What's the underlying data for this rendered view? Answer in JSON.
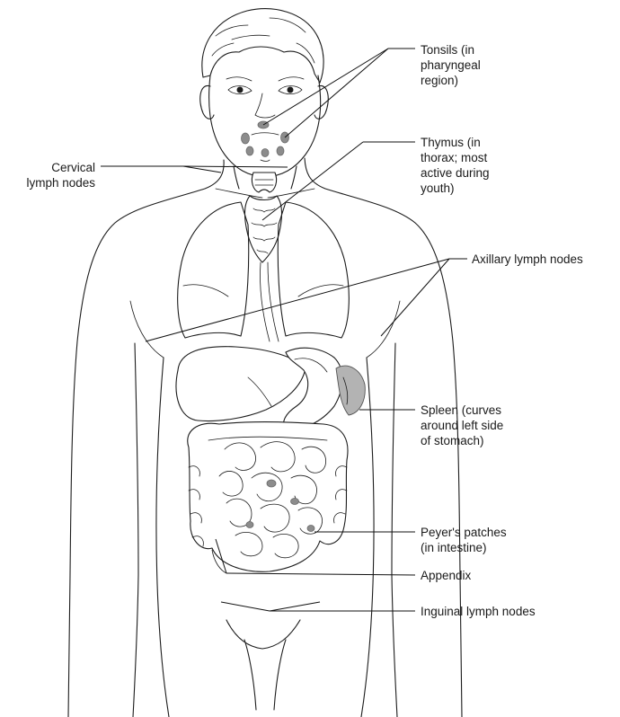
{
  "labels": {
    "tonsils": [
      "Tonsils (in",
      "pharyngeal",
      "region)"
    ],
    "thymus": [
      "Thymus (in",
      "thorax; most",
      "active during",
      "youth)"
    ],
    "cervical": [
      "Cervical",
      "lymph nodes"
    ],
    "axillary": [
      "Axillary lymph nodes"
    ],
    "spleen": [
      "Spleen (curves",
      "around left side",
      "of stomach)"
    ],
    "peyers": [
      "Peyer's patches",
      "(in intestine)"
    ],
    "appendix": [
      "Appendix"
    ],
    "inguinal": [
      "Inguinal lymph nodes"
    ]
  },
  "colors": {
    "outline": "#1c1c1c",
    "lymph_tissue": "#8c8c8c",
    "spleen": "#b3b3b3",
    "background": "#ffffff"
  }
}
